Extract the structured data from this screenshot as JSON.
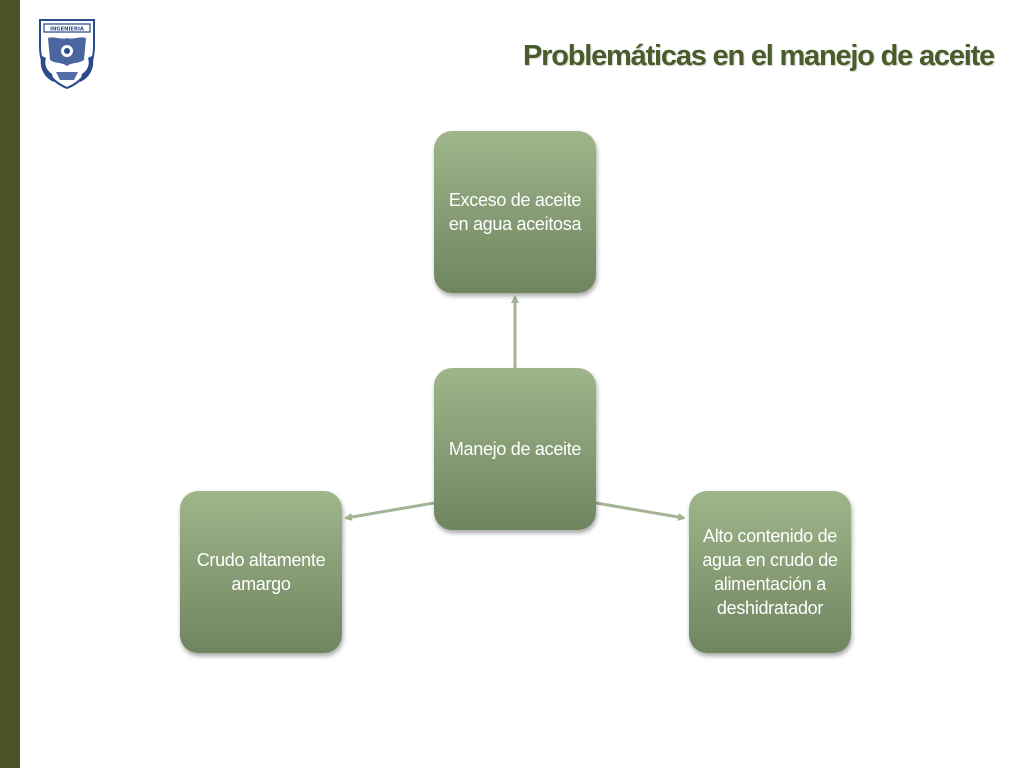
{
  "slide": {
    "title": "Problemáticas en el manejo de aceite",
    "logo_text": "INGENIERIA"
  },
  "diagram": {
    "center": {
      "label": "Manejo de aceite"
    },
    "branches": [
      {
        "label": "Exceso de aceite en agua aceitosa"
      },
      {
        "label": "Crudo altamente amargo"
      },
      {
        "label": "Alto contenido de agua en crudo de alimentación a deshidratador"
      }
    ]
  },
  "colors": {
    "left_bar": "#4a5227",
    "title": "#4a5c2a",
    "node_top": "#9fb58a",
    "node_bottom": "#6e8560",
    "node_text": "#ffffff",
    "connector": "#a4b394",
    "logo_blue": "#2b4a8e"
  }
}
